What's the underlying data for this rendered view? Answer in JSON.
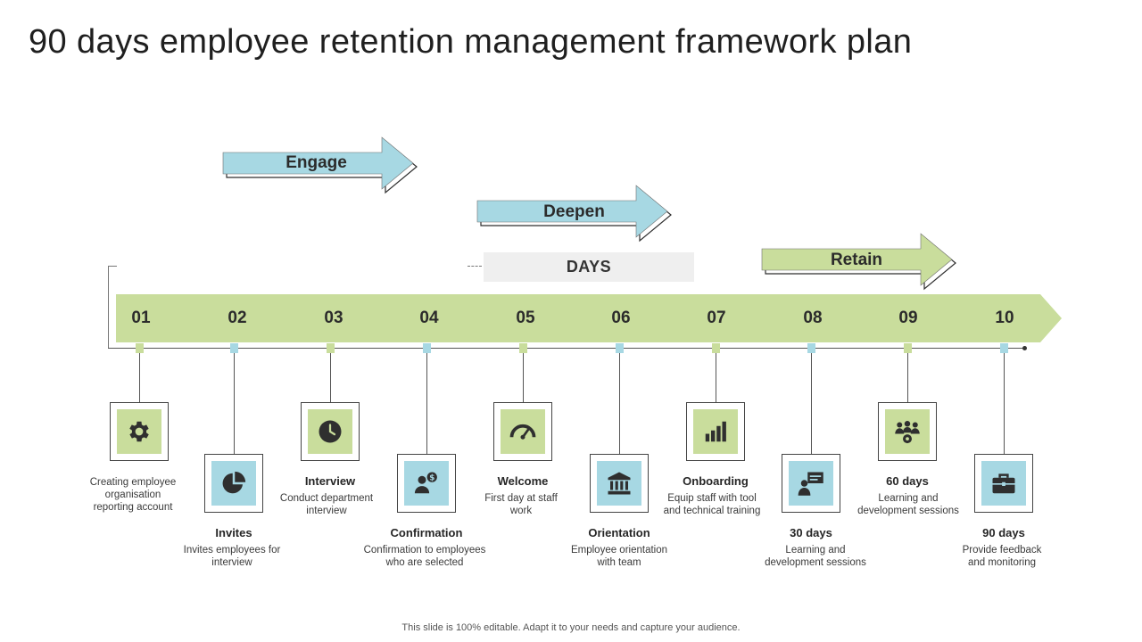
{
  "title": "90 days employee retention management framework plan",
  "phases": [
    {
      "label": "Engage",
      "color": "#a7d8e3"
    },
    {
      "label": "Deepen",
      "color": "#a7d8e3"
    },
    {
      "label": "Retain",
      "color": "#c9dd9c"
    }
  ],
  "days_label": "DAYS",
  "colors": {
    "green": "#c9dd9c",
    "blue": "#a7d8e3",
    "icon": "#2f2f2f"
  },
  "steps": [
    {
      "num": "01",
      "title": "",
      "desc": "Creating employee organisation reporting account",
      "icon": "gear-icon",
      "color": "green"
    },
    {
      "num": "02",
      "title": "Invites",
      "desc": "Invites employees for interview",
      "icon": "pie-chart-icon",
      "color": "blue"
    },
    {
      "num": "03",
      "title": "Interview",
      "desc": "Conduct department interview",
      "icon": "clock-icon",
      "color": "green"
    },
    {
      "num": "04",
      "title": "Confirmation",
      "desc": "Confirmation to employees who are selected",
      "icon": "user-coin-icon",
      "color": "blue"
    },
    {
      "num": "05",
      "title": "Welcome",
      "desc": "First day at staff work",
      "icon": "gauge-icon",
      "color": "green"
    },
    {
      "num": "06",
      "title": "Orientation",
      "desc": "Employee orientation with team",
      "icon": "institution-icon",
      "color": "blue"
    },
    {
      "num": "07",
      "title": "Onboarding",
      "desc": "Equip staff with tool and technical training",
      "icon": "bar-chart-icon",
      "color": "green"
    },
    {
      "num": "08",
      "title": "30 days",
      "desc": "Learning and development sessions",
      "icon": "presenter-icon",
      "color": "blue"
    },
    {
      "num": "09",
      "title": "60 days",
      "desc": "Learning and development sessions",
      "icon": "team-icon",
      "color": "green"
    },
    {
      "num": "10",
      "title": "90 days",
      "desc": "Provide feedback and monitoring",
      "icon": "briefcase-icon",
      "color": "blue"
    }
  ],
  "footer": "This slide is 100% editable. Adapt it to your needs and capture your audience."
}
